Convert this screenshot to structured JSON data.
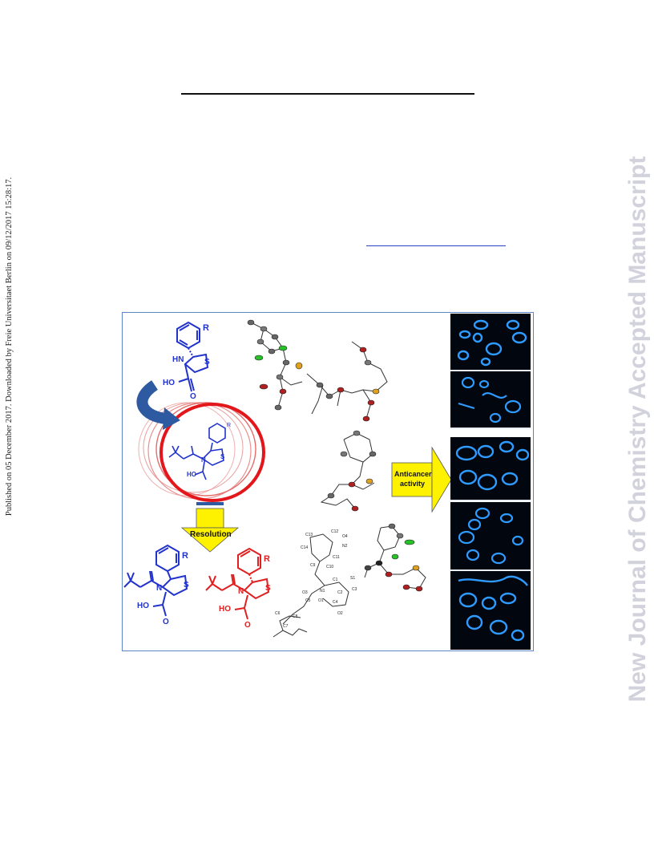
{
  "side_note": "Published on 05 December 2017. Downloaded by Freie Universitaet Berlin on 09/12/2017 15:28:17.",
  "watermark": "New Journal of Chemistry Accepted Manuscript",
  "figure": {
    "resolution_label": "Resolution",
    "anticancer_label_1": "Anticancer",
    "anticancer_label_2": "activity",
    "chem": {
      "r": "R",
      "hn": "HN",
      "s": "S",
      "ho": "HO",
      "o": "O",
      "n": "N"
    },
    "colors": {
      "blue": "#2233cc",
      "red": "#e02020",
      "arrow_yellow": "#fff200",
      "frame": "#5b87c6",
      "ring_red": "#e3161b",
      "arrow_blue": "#2d5aa0"
    },
    "atom_labels": [
      "C13",
      "C12",
      "C14",
      "C11",
      "C10",
      "N2",
      "O4",
      "C9",
      "C1",
      "N1",
      "O3",
      "C5",
      "O1",
      "C2",
      "C3",
      "S1",
      "C4",
      "C6",
      "C7",
      "C8",
      "O2"
    ]
  }
}
